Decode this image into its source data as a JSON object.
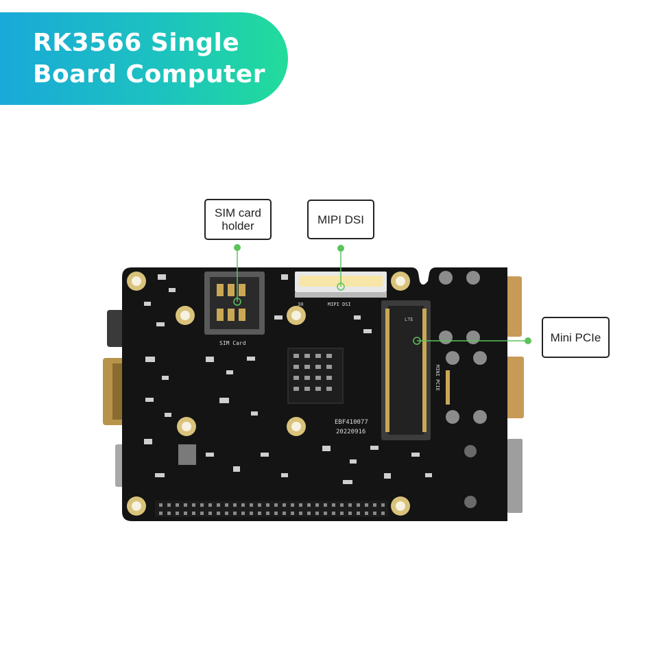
{
  "banner": {
    "line1": "RK3566 Single",
    "line2": "Board Computer"
  },
  "callouts": {
    "sim_line1": "SIM card",
    "sim_line2": "holder",
    "mipi": "MIPI DSI",
    "pcie": "Mini PCIe"
  },
  "silkscreen": {
    "sim": "SIM Card",
    "mipi": "MIPI DSI",
    "pcie": "MINI PCIE",
    "lte": "LTE",
    "serial": "EBF410077",
    "date": "20220916",
    "pin30": "30"
  },
  "colors": {
    "accent_start": "#1aa9d8",
    "accent_end": "#22dc9a",
    "leader": "#5cc35c",
    "pcb": "#141414"
  }
}
